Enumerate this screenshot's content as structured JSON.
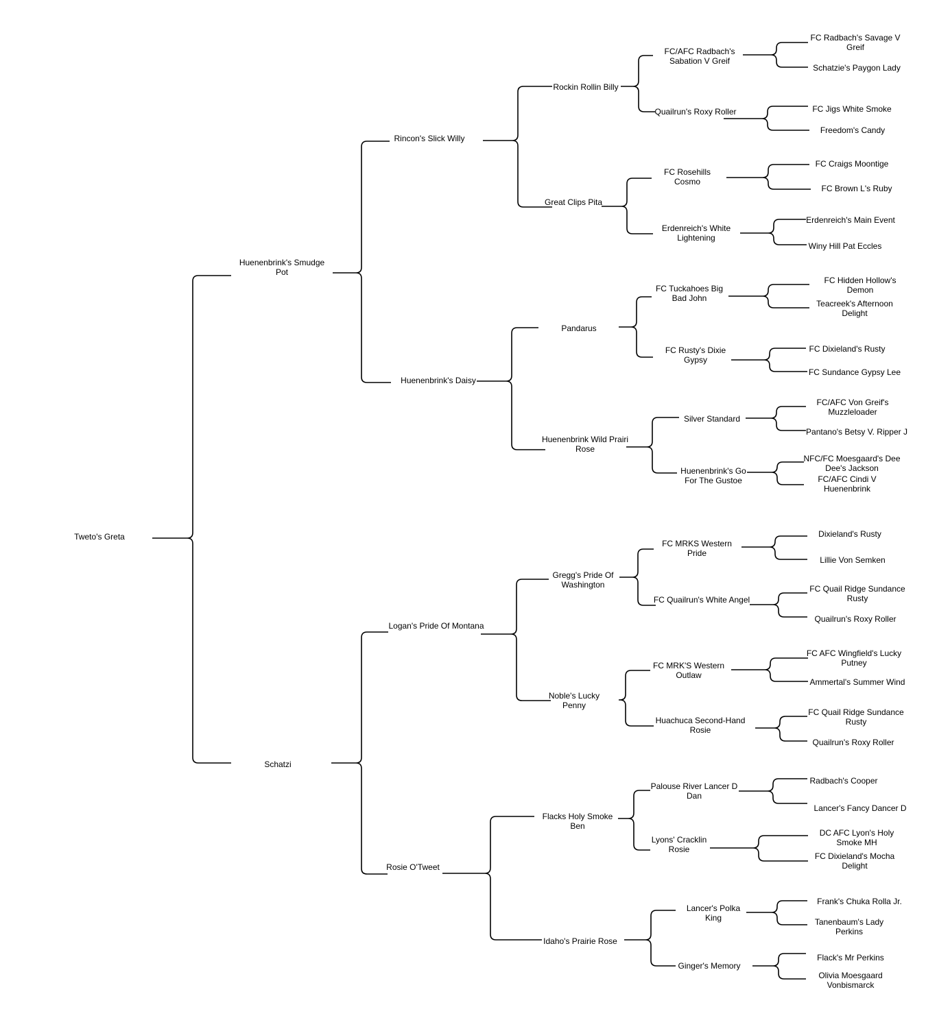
{
  "pedigree": {
    "name": "Tweto's Greta",
    "sire": {
      "name": "Huenenbrink's Smudge Pot",
      "sire": {
        "name": "Rincon's Slick Willy",
        "sire": {
          "name": "Rockin Rollin Billy",
          "sire": {
            "name": "FC/AFC Radbach's Sabation V Greif",
            "sire": {
              "name": "FC Radbach's Savage V Greif"
            },
            "dam": {
              "name": "Schatzie's Paygon Lady"
            }
          },
          "dam": {
            "name": "Quailrun's Roxy Roller",
            "sire": {
              "name": "FC Jigs White Smoke"
            },
            "dam": {
              "name": "Freedom's Candy"
            }
          }
        },
        "dam": {
          "name": "Great Clips Pita",
          "sire": {
            "name": "FC Rosehills Cosmo",
            "sire": {
              "name": "FC Craigs Moontige"
            },
            "dam": {
              "name": "FC Brown L's Ruby"
            }
          },
          "dam": {
            "name": "Erdenreich's White Lightening",
            "sire": {
              "name": "Erdenreich's Main Event"
            },
            "dam": {
              "name": "Winy Hill Pat Eccles"
            }
          }
        }
      },
      "dam": {
        "name": "Huenenbrink's Daisy",
        "sire": {
          "name": "Pandarus",
          "sire": {
            "name": "FC Tuckahoes Big Bad John",
            "sire": {
              "name": "FC Hidden Hollow's Demon"
            },
            "dam": {
              "name": "Teacreek's Afternoon Delight"
            }
          },
          "dam": {
            "name": "FC Rusty's Dixie Gypsy",
            "sire": {
              "name": "FC Dixieland's Rusty"
            },
            "dam": {
              "name": "FC Sundance Gypsy Lee"
            }
          }
        },
        "dam": {
          "name": "Huenenbrink Wild Prairi Rose",
          "sire": {
            "name": "Silver Standard",
            "sire": {
              "name": "FC/AFC Von Greif's Muzzleloader"
            },
            "dam": {
              "name": "Pantano's Betsy V. Ripper J"
            }
          },
          "dam": {
            "name": "Huenenbrink's Go For The Gustoe",
            "sire": {
              "name": "NFC/FC Moesgaard's Dee Dee's Jackson"
            },
            "dam": {
              "name": "FC/AFC Cindi V Huenenbrink"
            }
          }
        }
      }
    },
    "dam": {
      "name": "Schatzi",
      "sire": {
        "name": "Logan's Pride Of Montana",
        "sire": {
          "name": "Gregg's Pride Of Washington",
          "sire": {
            "name": "FC MRKS Western Pride",
            "sire": {
              "name": "Dixieland's Rusty"
            },
            "dam": {
              "name": "Lillie Von Semken"
            }
          },
          "dam": {
            "name": "FC Quailrun's White Angel",
            "sire": {
              "name": "FC Quail Ridge Sundance Rusty"
            },
            "dam": {
              "name": "Quailrun's Roxy Roller"
            }
          }
        },
        "dam": {
          "name": "Noble's Lucky Penny",
          "sire": {
            "name": "FC MRK'S Western Outlaw",
            "sire": {
              "name": "FC AFC Wingfield's Lucky Putney"
            },
            "dam": {
              "name": "Ammertal's Summer Wind"
            }
          },
          "dam": {
            "name": "Huachuca Second-Hand Rosie",
            "sire": {
              "name": "FC Quail Ridge Sundance Rusty"
            },
            "dam": {
              "name": "Quailrun's Roxy Roller"
            }
          }
        }
      },
      "dam": {
        "name": "Rosie O'Tweet",
        "sire": {
          "name": "Flacks Holy Smoke Ben",
          "sire": {
            "name": "Palouse River Lancer D Dan",
            "sire": {
              "name": "Radbach's Cooper"
            },
            "dam": {
              "name": "Lancer's Fancy Dancer D"
            }
          },
          "dam": {
            "name": "Lyons' Cracklin Rosie",
            "sire": {
              "name": "DC AFC Lyon's Holy Smoke MH"
            },
            "dam": {
              "name": "FC Dixieland's Mocha Delight"
            }
          }
        },
        "dam": {
          "name": "Idaho's Prairie Rose",
          "sire": {
            "name": "Lancer's Polka King",
            "sire": {
              "name": "Frank's Chuka Rolla Jr."
            },
            "dam": {
              "name": "Tanenbaum's Lady Perkins"
            }
          },
          "dam": {
            "name": "Ginger's Memory",
            "sire": {
              "name": "Flack's Mr Perkins"
            },
            "dam": {
              "name": "Olivia Moesgaard Vonbismarck"
            }
          }
        }
      }
    }
  }
}
